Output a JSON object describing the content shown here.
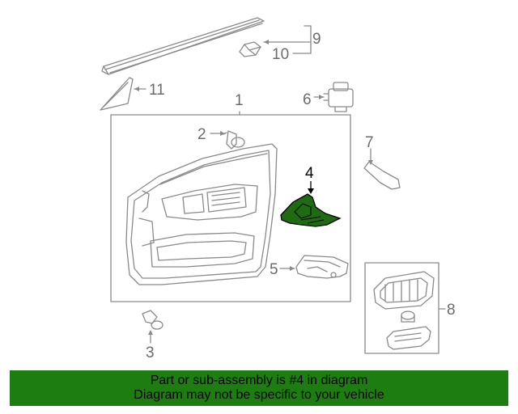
{
  "colors": {
    "banner_bg": "#1e7d10",
    "highlight_part": "#1e6b12",
    "line": "#8a8a8a"
  },
  "callouts": {
    "c1": "1",
    "c2": "2",
    "c3": "3",
    "c4": "4",
    "c5": "5",
    "c6": "6",
    "c7": "7",
    "c8": "8",
    "c9": "9",
    "c10": "10",
    "c11": "11"
  },
  "banner": {
    "line1": "Part or sub-assembly is #4 in diagram",
    "line2": "Diagram may not be specific to your vehicle"
  }
}
